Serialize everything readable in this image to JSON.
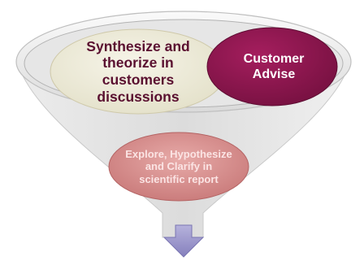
{
  "diagram": {
    "items": [
      {
        "label": "Synthesize and\ntheorize in\ncustomers\ndiscussions",
        "fill": "#ecead8",
        "text_color": "#5a1030"
      },
      {
        "label": "Customer\nAdvise",
        "fill": "#8e1650",
        "text_color": "#ffffff"
      },
      {
        "label": "Explore, Hypothesize\nand Clarify in\nscientific report",
        "fill": "#d48a8a",
        "text_color": "#fbe4e4"
      }
    ],
    "funnel_fill": "#d9d9d9",
    "arrow_fill": "#9b96c8"
  }
}
